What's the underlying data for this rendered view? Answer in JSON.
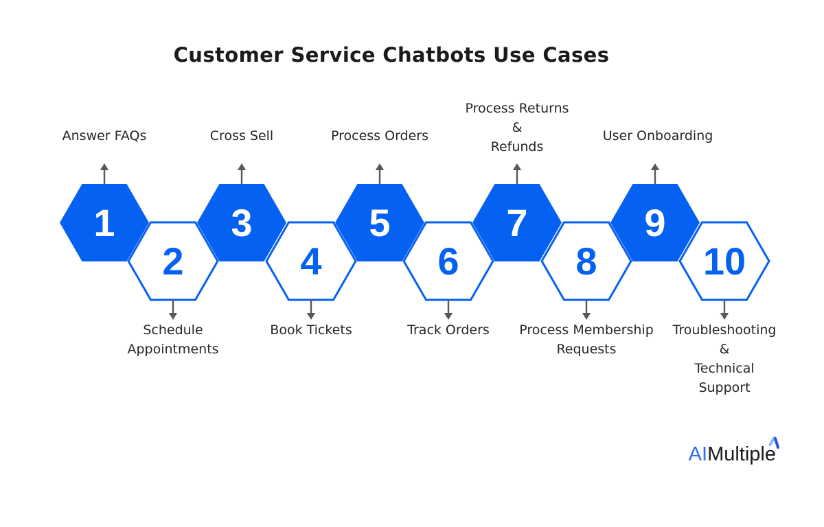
{
  "title": "Customer Service Chatbots Use Cases",
  "colors": {
    "hexagon_blue": "#0561f2",
    "arrow_gray": "#57585a",
    "label_text": "#262626",
    "title_text": "#1a1b1e",
    "logo_blue": "#2e6bf3",
    "logo_dark": "#1a1b1f",
    "logo_spark_light": "#8fb3fa",
    "logo_spark_dark": "#1d53e6"
  },
  "items": [
    {
      "number": "1",
      "label": "Answer FAQs",
      "variant": "filled",
      "label_position": "above"
    },
    {
      "number": "2",
      "label": "Schedule\nAppointments",
      "variant": "outline",
      "label_position": "below"
    },
    {
      "number": "3",
      "label": "Cross Sell",
      "variant": "filled",
      "label_position": "above"
    },
    {
      "number": "4",
      "label": "Book Tickets",
      "variant": "outline",
      "label_position": "below"
    },
    {
      "number": "5",
      "label": "Process Orders",
      "variant": "filled",
      "label_position": "above"
    },
    {
      "number": "6",
      "label": "Track Orders",
      "variant": "outline",
      "label_position": "below"
    },
    {
      "number": "7",
      "label": "Process Returns\n&\nRefunds",
      "variant": "filled",
      "label_position": "above"
    },
    {
      "number": "8",
      "label": "Process Membership\nRequests",
      "variant": "outline",
      "label_position": "below"
    },
    {
      "number": "9",
      "label": "User Onboarding",
      "variant": "filled",
      "label_position": "above"
    },
    {
      "number": "10",
      "label": "Troubleshooting\n&\nTechnical Support",
      "variant": "outline",
      "label_position": "below"
    }
  ],
  "logo": {
    "prefix": "AI",
    "suffix": "Multiple"
  }
}
